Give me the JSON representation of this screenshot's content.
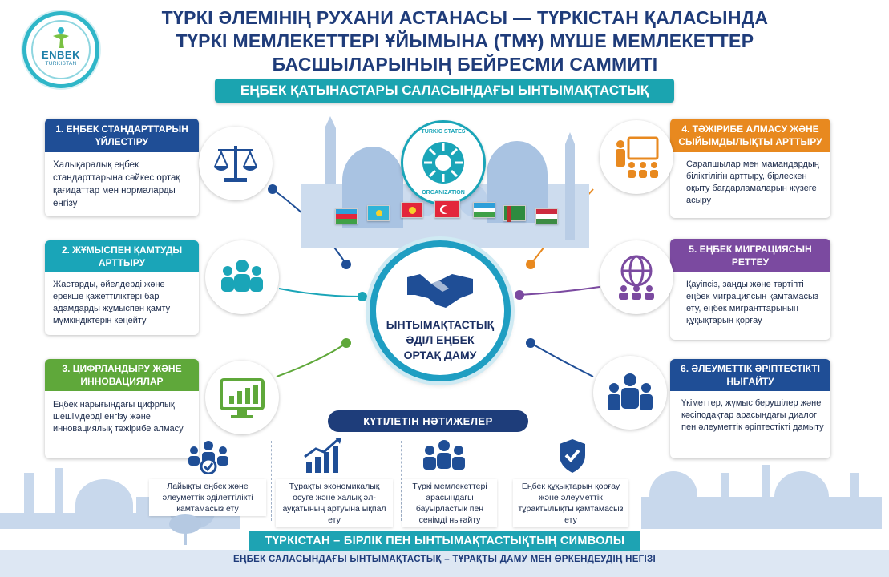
{
  "title": {
    "line1": "ТҮРКІ ӘЛЕМІНІҢ РУХАНИ АСТАНАСЫ — ТҮРКІСТАН ҚАЛАСЫНДА",
    "line2": "ТҮРКІ МЕМЛЕКЕТТЕРІ ҰЙЫМЫНА (ТМҰ) МҮШЕ МЕМЛЕКЕТТЕР",
    "line3": "БАСШЫЛАРЫНЫҢ БЕЙРЕСМИ САММИТІ"
  },
  "logo": {
    "word": "ENBEK",
    "sub": "TURKISTAN"
  },
  "subtitle": "ЕҢБЕК ҚАТЫНАСТАРЫ САЛАСЫНДАҒЫ ЫНТЫМАҚТАСТЫҚ",
  "tso": {
    "line1": "TURKIC STATES",
    "line2": "ORGANIZATION"
  },
  "center": {
    "line1": "ЫНТЫМАҚТАСТЫҚ",
    "line2": "ӘДІЛ ЕҢБЕК",
    "line3": "ОРТАҚ ДАМУ"
  },
  "cards": [
    {
      "title": "1. ЕҢБЕК СТАНДАРТТАРЫН ҮЙЛЕСТІРУ",
      "body": "Халықаралық еңбек стандарттарына сәйкес ортақ қағидаттар мен нормаларды енгізу",
      "color": "#1f4e96",
      "icon": "scales-icon"
    },
    {
      "title": "2. ЖҰМЫСПЕН ҚАМТУДЫ АРТТЫРУ",
      "body": "Жастарды, әйелдерді және ерекше қажеттіліктері бар адамдарды жұмыспен қамту мүмкіндіктерін кеңейту",
      "color": "#1aa5b8",
      "icon": "people-icon"
    },
    {
      "title": "3. ЦИФРЛАНДЫРУ ЖӘНЕ ИННОВАЦИЯЛАР",
      "body": "Еңбек нарығындағы цифрлық шешімдерді енгізу және инновациялық тәжірибе алмасу",
      "color": "#5fa83a",
      "icon": "monitor-chart-icon"
    },
    {
      "title": "4. ТӘЖІРИБЕ АЛМАСУ ЖӘНЕ СЫЙЫМДЫЛЫҚТЫ АРТТЫРУ",
      "body": "Сарапшылар мен мамандардың біліктілігін арттыру, бірлескен оқыту бағдарламаларын жүзеге асыру",
      "color": "#e8891f",
      "icon": "teacher-icon"
    },
    {
      "title": "5. ЕҢБЕК МИГРАЦИЯСЫН РЕТТЕУ",
      "body": "Қауіпсіз, заңды және тәртіпті еңбек миграциясын қамтамасыз ету, еңбек мигранттарының құқықтарын қорғау",
      "color": "#7b4aa0",
      "icon": "globe-people-icon"
    },
    {
      "title": "6. ӘЛЕУМЕТТІК ӘРІПТЕСТІКТІ НЫҒАЙТУ",
      "body": "Үкіметтер, жұмыс берушілер және кәсіподақтар арасындағы диалог пен әлеуметтік әріптестікті дамыту",
      "color": "#1f4e96",
      "icon": "partnership-icon"
    }
  ],
  "results": {
    "heading": "КҮТІЛЕТІН НӘТИЖЕЛЕР",
    "items": [
      {
        "text": "Лайықты еңбек және әлеуметтік әділеттілікті қамтамасыз ету",
        "icon": "people-check-icon"
      },
      {
        "text": "Тұрақты экономикалық өсуге және халық әл-ауқатының артуына ықпал ету",
        "icon": "growth-chart-icon"
      },
      {
        "text": "Түркі мемлекеттері арасындағы бауырластық пен сенімді нығайту",
        "icon": "group-icon"
      },
      {
        "text": "Еңбек құқықтарын қорғау және әлеуметтік тұрақтылықты қамтамасыз ету",
        "icon": "shield-check-icon"
      }
    ]
  },
  "bottom": {
    "banner": "ТҮРКІСТАН – БІРЛІК ПЕН ЫНТЫМАҚТАСТЫҚТЫҢ СИМВОЛЫ",
    "footer": "ЕҢБЕК САЛАСЫНДАҒЫ ЫНТЫМАҚТАСТЫҚ – ТҰРАҚТЫ ДАМУ МЕН ӨРКЕНДЕУДІҢ НЕГІЗІ"
  },
  "colors": {
    "navy": "#1f3c7a",
    "teal": "#1ba4b0",
    "green": "#5fa83a",
    "orange": "#e8891f",
    "purple": "#7b4aa0",
    "blue": "#1f4e96"
  }
}
